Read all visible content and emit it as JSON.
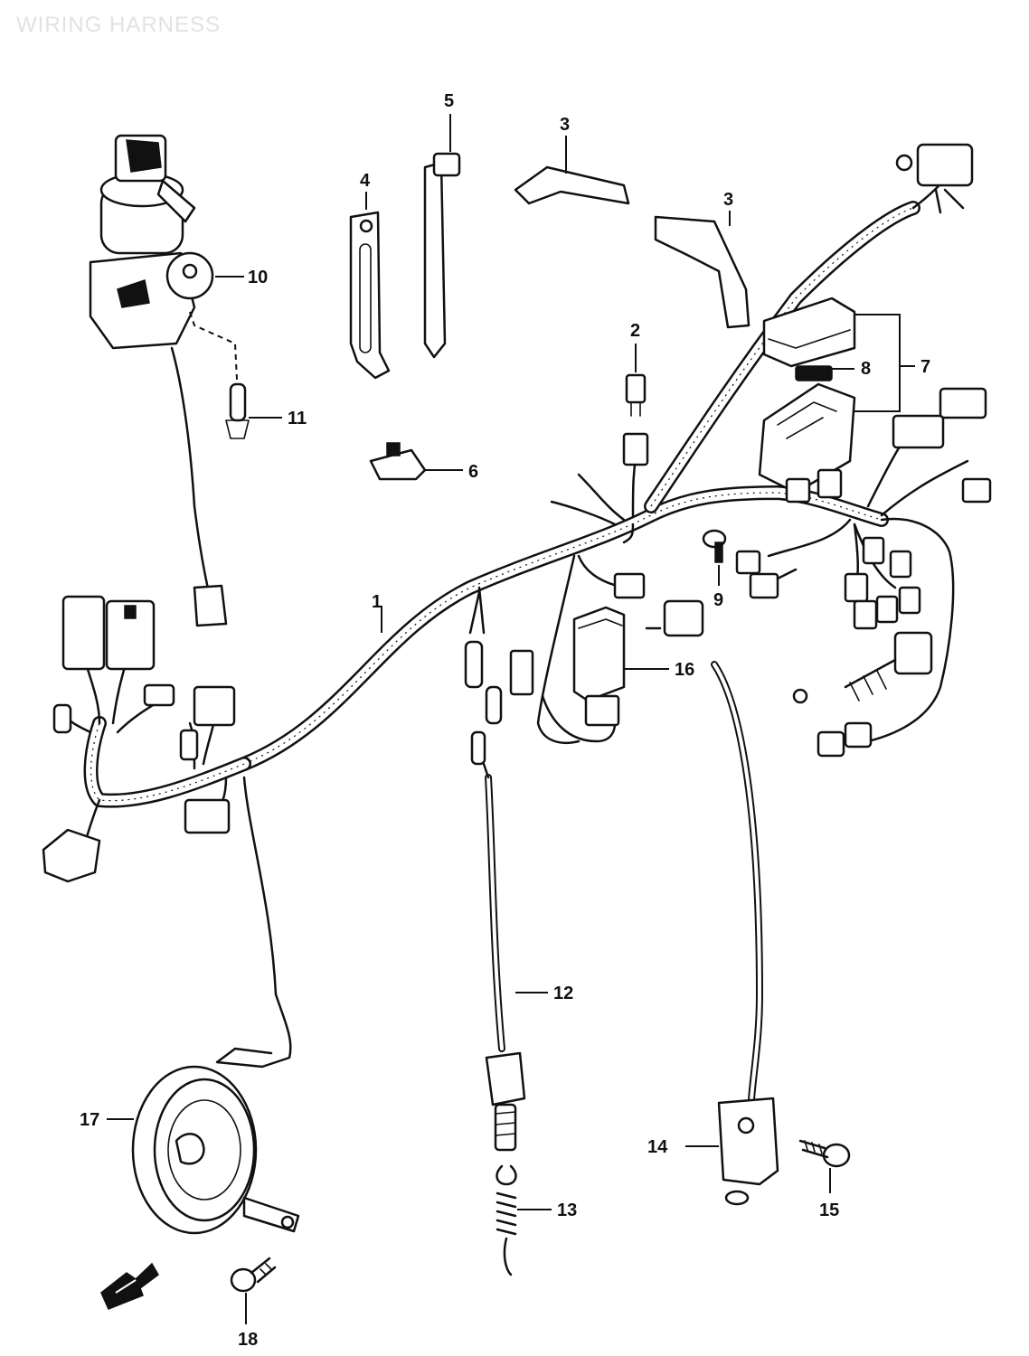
{
  "diagram": {
    "title": "WIRING HARNESS",
    "labels": [
      {
        "id": "1",
        "text": "1"
      },
      {
        "id": "2",
        "text": "2"
      },
      {
        "id": "3a",
        "text": "3"
      },
      {
        "id": "3b",
        "text": "3"
      },
      {
        "id": "4",
        "text": "4"
      },
      {
        "id": "5",
        "text": "5"
      },
      {
        "id": "6",
        "text": "6"
      },
      {
        "id": "7",
        "text": "7"
      },
      {
        "id": "8",
        "text": "8"
      },
      {
        "id": "9",
        "text": "9"
      },
      {
        "id": "10",
        "text": "10"
      },
      {
        "id": "11",
        "text": "11"
      },
      {
        "id": "12",
        "text": "12"
      },
      {
        "id": "13",
        "text": "13"
      },
      {
        "id": "14",
        "text": "14"
      },
      {
        "id": "15",
        "text": "15"
      },
      {
        "id": "16",
        "text": "16"
      },
      {
        "id": "17",
        "text": "17"
      },
      {
        "id": "18",
        "text": "18"
      }
    ]
  }
}
